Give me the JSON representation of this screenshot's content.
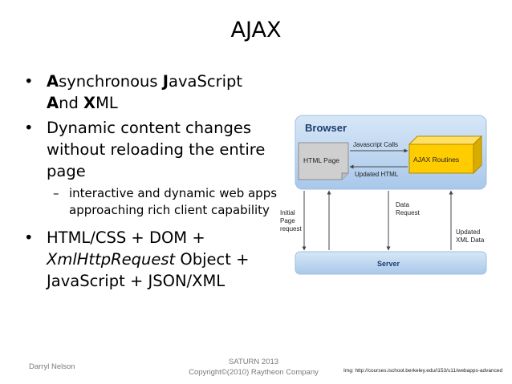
{
  "slide": {
    "title": "AJAX",
    "bullets": {
      "ajax_acronym": {
        "a": "A",
        "synchronous": "synchronous ",
        "j": "J",
        "avascript": "avaScript",
        "a2": "A",
        "nd": "nd ",
        "x": "X",
        "ml": "ML"
      },
      "dynamic": "Dynamic content changes without reloading the entire page",
      "sub": "interactive and dynamic web apps approaching rich client capability",
      "stack": {
        "part1": "HTML/CSS + DOM + ",
        "xhr": "XmlHttpRequest",
        "part2": " Object + JavaScript + JSON/XML"
      }
    },
    "diagram": {
      "browser_label": "Browser",
      "html_page": "HTML Page",
      "ajax_routines": "AJAX Routines",
      "js_calls": "Javascript Calls",
      "updated_html": "Updated HTML",
      "initial_line1": "Initial",
      "initial_line2": "Page",
      "initial_line3": "request",
      "data_request_line1": "Data",
      "data_request_line2": "Request",
      "updated_xml_line1": "Updated",
      "updated_xml_line2": "XML Data",
      "server_label": "Server"
    },
    "footer": {
      "author": "Darryl Nelson",
      "event": "SATURN 2013",
      "copyright": "Copyright©(2010) Raytheon Company",
      "img_credit": "Img: http://courses.ischool.berkeley.edu/i153/s11/webapps-advanced"
    }
  }
}
